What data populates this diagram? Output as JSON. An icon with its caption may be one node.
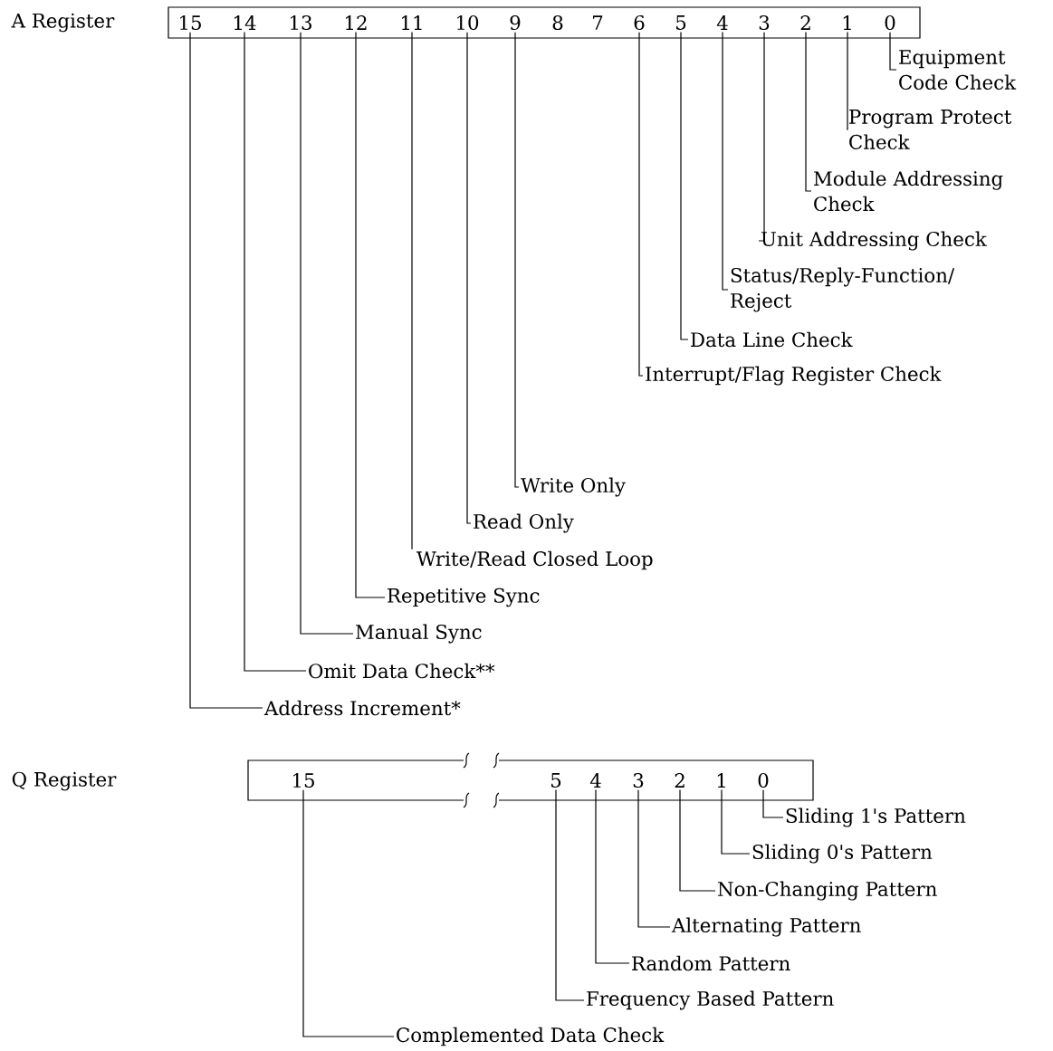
{
  "diagram": {
    "nodes": [
      {
        "text": [
          "A Register"
        ]
      },
      {
        "text": [
          "15"
        ],
        "in": 0
      },
      {
        "text": [
          "14"
        ],
        "in": 0
      },
      {
        "text": [
          "13"
        ],
        "in": 0
      },
      {
        "text": [
          "12"
        ],
        "in": 0
      },
      {
        "text": [
          "11"
        ],
        "in": 0
      },
      {
        "text": [
          "10"
        ],
        "in": 0
      },
      {
        "text": [
          "9"
        ],
        "in": 0
      },
      {
        "text": [
          "8"
        ],
        "in": 0
      },
      {
        "text": [
          "7"
        ],
        "in": 0
      },
      {
        "text": [
          "6"
        ],
        "in": 0
      },
      {
        "text": [
          "5"
        ],
        "in": 0
      },
      {
        "text": [
          "4"
        ],
        "in": 0
      },
      {
        "text": [
          "3"
        ],
        "in": 0
      },
      {
        "text": [
          "2"
        ],
        "in": 0
      },
      {
        "text": [
          "1"
        ],
        "in": 0
      },
      {
        "text": [
          "0"
        ],
        "in": 0
      },
      {
        "text": [
          "Equipment Code Check"
        ]
      },
      {
        "text": [
          "Program Protect Check"
        ]
      },
      {
        "text": [
          "Module Addressing Check"
        ]
      },
      {
        "text": [
          "Unit Addressing Check"
        ]
      },
      {
        "text": [
          "Status/Reply-Function/ Reject"
        ]
      },
      {
        "text": [
          "Data Line Check"
        ]
      },
      {
        "text": [
          "Interrupt/Flag Register Check"
        ]
      },
      {
        "text": [
          "Write Only"
        ]
      },
      {
        "text": [
          "Read Only"
        ]
      },
      {
        "text": [
          "Write/Read Closed Loop"
        ]
      },
      {
        "text": [
          "Repetitive Sync"
        ]
      },
      {
        "text": [
          "Manual Sync"
        ]
      },
      {
        "text": [
          "Omit Data Check**"
        ]
      },
      {
        "text": [
          "Address Increment*"
        ]
      },
      {
        "text": [
          "Q Register"
        ]
      },
      {
        "text": [
          "15"
        ],
        "in": 31
      },
      {
        "text": [
          "5"
        ],
        "in": 31
      },
      {
        "text": [
          "4"
        ],
        "in": 31
      },
      {
        "text": [
          "3"
        ],
        "in": 31
      },
      {
        "text": [
          "2"
        ],
        "in": 31
      },
      {
        "text": [
          "1"
        ],
        "in": 31
      },
      {
        "text": [
          "0"
        ],
        "in": 31
      },
      {
        "text": [
          "Sliding 1's Pattern"
        ]
      },
      {
        "text": [
          "Sliding 0's Pattern"
        ]
      },
      {
        "text": [
          "Non-Changing Pattern"
        ]
      },
      {
        "text": [
          "Alternating Pattern"
        ]
      },
      {
        "text": [
          "Random Pattern"
        ]
      },
      {
        "text": [
          "Frequency Based Pattern"
        ]
      },
      {
        "text": [
          "Complemented Data Check"
        ]
      }
    ],
    "edges": [
      {
        "from": 16,
        "to": 17,
        "arrow": "none"
      },
      {
        "from": 15,
        "to": 18,
        "arrow": "none"
      },
      {
        "from": 14,
        "to": 19,
        "arrow": "none"
      },
      {
        "from": 13,
        "to": 20,
        "arrow": "none"
      },
      {
        "from": 12,
        "to": 21,
        "arrow": "none"
      },
      {
        "from": 11,
        "to": 22,
        "arrow": "none"
      },
      {
        "from": 10,
        "to": 23,
        "arrow": "none"
      },
      {
        "from": 7,
        "to": 24,
        "arrow": "none"
      },
      {
        "from": 6,
        "to": 25,
        "arrow": "none"
      },
      {
        "from": 5,
        "to": 26,
        "arrow": "none"
      },
      {
        "from": 4,
        "to": 27,
        "arrow": "none"
      },
      {
        "from": 3,
        "to": 28,
        "arrow": "none"
      },
      {
        "from": 2,
        "to": 29,
        "arrow": "none"
      },
      {
        "from": 1,
        "to": 30,
        "arrow": "none"
      },
      {
        "from": 38,
        "to": 39,
        "arrow": "none"
      },
      {
        "from": 37,
        "to": 40,
        "arrow": "none"
      },
      {
        "from": 36,
        "to": 41,
        "arrow": "none"
      },
      {
        "from": 35,
        "to": 42,
        "arrow": "none"
      },
      {
        "from": 34,
        "to": 43,
        "arrow": "none"
      },
      {
        "from": 33,
        "to": 44,
        "arrow": "none"
      },
      {
        "from": 32,
        "to": 45,
        "arrow": "none"
      }
    ]
  }
}
